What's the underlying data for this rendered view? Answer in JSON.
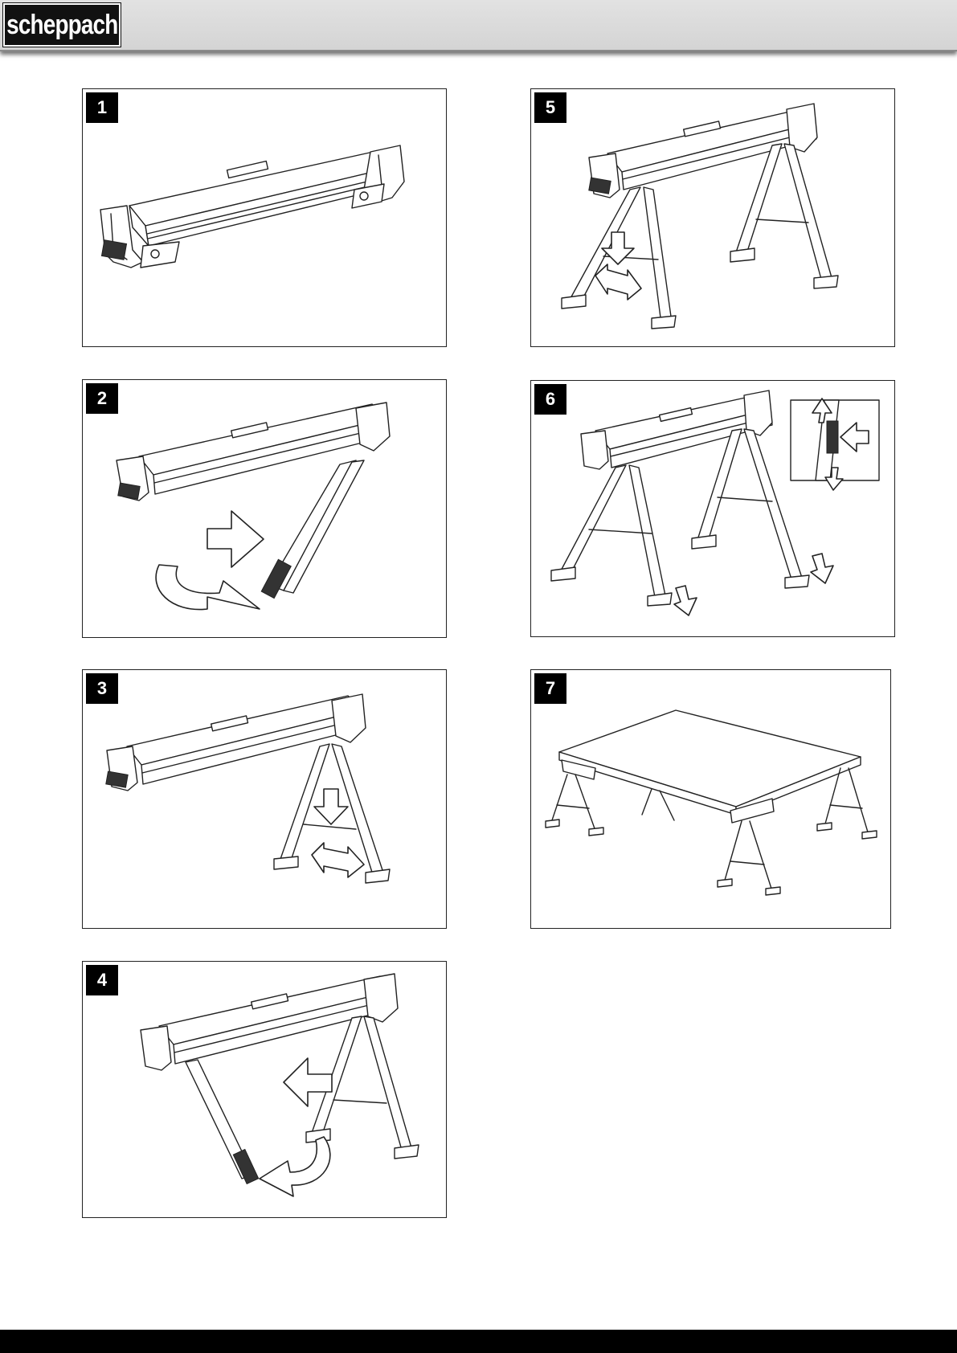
{
  "header": {
    "brand": "scheppach"
  },
  "figures": [
    {
      "number": "1"
    },
    {
      "number": "2"
    },
    {
      "number": "3"
    },
    {
      "number": "4"
    },
    {
      "number": "5"
    },
    {
      "number": "6"
    },
    {
      "number": "7"
    }
  ]
}
